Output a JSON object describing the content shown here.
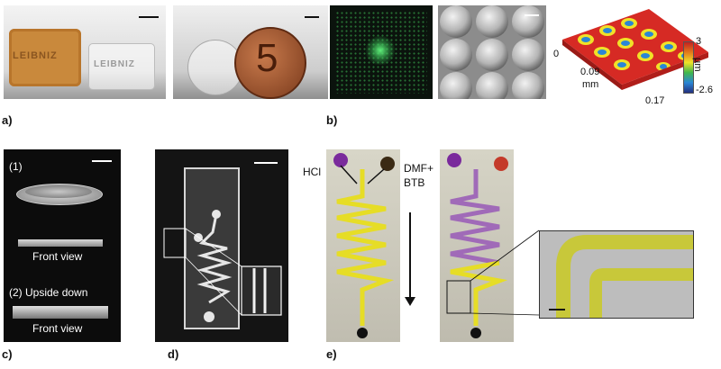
{
  "panel_labels": {
    "a": "a)",
    "b": "b)",
    "c": "c)",
    "d": "d)",
    "e": "e)"
  },
  "biscuit": {
    "original_text": "LEIBNIZ",
    "replica_text": "LEIBNIZ"
  },
  "coin": {
    "digit": "5"
  },
  "surface_plot": {
    "x_axis_ticks": [
      "0",
      "0.09",
      "0.17"
    ],
    "x_axis_unit": "mm",
    "colorbar_max": "3",
    "colorbar_min": "-2.6",
    "colorbar_unit": "µm",
    "colors": [
      "#c42020",
      "#e27a1c",
      "#f0e228",
      "#3fb84b",
      "#2a86d6",
      "#23307f"
    ]
  },
  "panel_c": {
    "step1": "(1)",
    "front_view_1": "Front view",
    "step2": "(2)  Upside down",
    "front_view_2": "Front view"
  },
  "panel_e": {
    "reagent_left": "HCl",
    "reagent_right_line1": "DMF+",
    "reagent_right_line2": "BTB"
  }
}
